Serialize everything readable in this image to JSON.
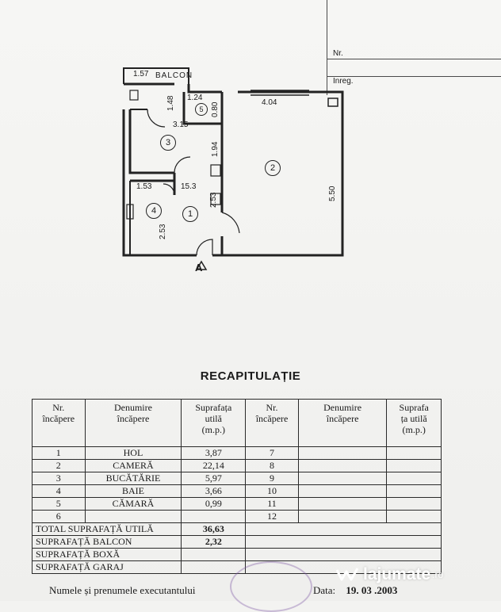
{
  "margin": {
    "nr_label": "Nr.",
    "inreg_label": "Inreg."
  },
  "plan": {
    "balcon_label": "BALCON",
    "dims": {
      "balcon_w": "1.57",
      "d148": "1.48",
      "d124": "1.24",
      "d080": "0.80",
      "d404": "4.04",
      "d315": "3.15",
      "d194": "1.94",
      "d550": "5.50",
      "d153a": "1.53",
      "d153b": "15.3",
      "d253a": "2.53",
      "d253b": "2.53"
    },
    "rooms": [
      "1",
      "2",
      "3",
      "4",
      "5"
    ],
    "entrance_mark": "A"
  },
  "recap": {
    "title": "RECAPITULAȚIE",
    "headers": [
      "Nr.\nîncăpere",
      "Denumire\nîncăpere",
      "Suprafața\nutilă\n(m.p.)",
      "Nr.\nîncăpere",
      "Denumire\nîncăpere",
      "Suprafa\nța utilă\n(m.p.)"
    ],
    "rows": [
      {
        "nr": "1",
        "name": "HOL",
        "area": "3,87",
        "nr2": "7"
      },
      {
        "nr": "2",
        "name": "CAMERĂ",
        "area": "22,14",
        "nr2": "8"
      },
      {
        "nr": "3",
        "name": "BUCĂTĂRIE",
        "area": "5,97",
        "nr2": "9"
      },
      {
        "nr": "4",
        "name": "BAIE",
        "area": "3,66",
        "nr2": "10"
      },
      {
        "nr": "5",
        "name": "CĂMARĂ",
        "area": "0,99",
        "nr2": "11"
      },
      {
        "nr": "6",
        "name": "",
        "area": "",
        "nr2": "12"
      }
    ],
    "totals": {
      "total_label": "TOTAL SUPRAFAȚĂ UTILĂ",
      "total_value": "36,63",
      "balcon_label": "SUPRAFAȚĂ BALCON",
      "balcon_value": "2,32",
      "boxa_label": "SUPRAFAȚĂ BOXĂ",
      "garaj_label": "SUPRAFAȚĂ GARAJ"
    },
    "footer": "Numele și prenumele executantului",
    "date_label": "Data:",
    "date_value": "19. 03 .2003"
  },
  "watermark": {
    "brand": "lajumate",
    "suffix": ".ro",
    "icon": "lajumate-logo-icon"
  }
}
